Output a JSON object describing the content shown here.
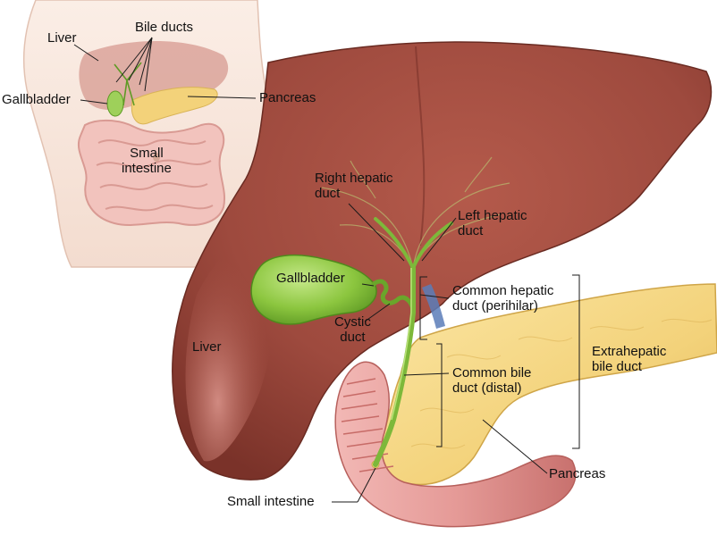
{
  "inset": {
    "labels": {
      "liver": "Liver",
      "bile_ducts": "Bile ducts",
      "gallbladder": "Gallbladder",
      "pancreas": "Pancreas",
      "small_intestine": "Small\nintestine"
    }
  },
  "main": {
    "labels": {
      "right_hepatic_duct": "Right hepatic\nduct",
      "left_hepatic_duct": "Left hepatic\nduct",
      "gallbladder": "Gallbladder",
      "cystic_duct": "Cystic\nduct",
      "liver": "Liver",
      "common_hepatic_duct": "Common hepatic\nduct (perihilar)",
      "common_bile_duct": "Common bile\nduct (distal)",
      "extrahepatic_bile_duct": "Extrahepatic\nbile duct",
      "pancreas": "Pancreas",
      "small_intestine": "Small intestine"
    }
  },
  "colors": {
    "liver": "#9e4a3e",
    "gallbladder": "#8cc63f",
    "pancreas": "#f3d27a",
    "intestine": "#e59a97",
    "skin": "#f6e1d6",
    "leader": "#1a1a1a"
  }
}
